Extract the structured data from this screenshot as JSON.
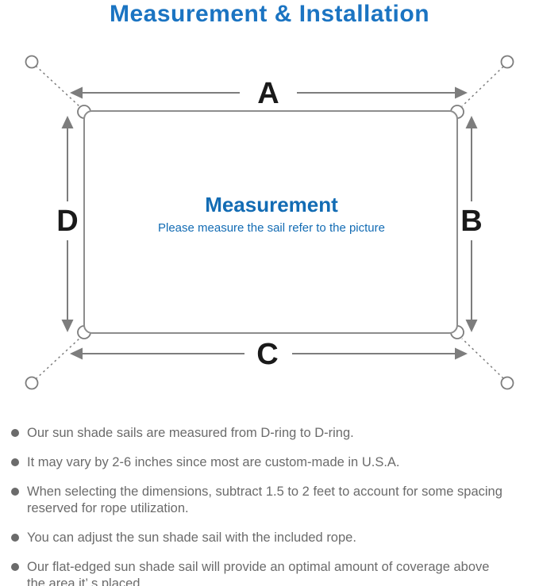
{
  "title": "Measurement & Installation",
  "colors": {
    "title_blue": "#1b74c2",
    "center_blue": "#136cb4",
    "diagram_gray": "#7d7d7d",
    "label_black": "#1a1a1a",
    "body_gray": "#6b6b6b"
  },
  "diagram": {
    "label_top": "A",
    "label_right": "B",
    "label_bottom": "C",
    "label_left": "D",
    "center_title": "Measurement",
    "center_subtitle": "Please measure the sail refer to the picture"
  },
  "notes": [
    {
      "text": "Our sun shade sails are measured from D-ring to D-ring."
    },
    {
      "text": "It may vary by 2-6 inches since most are custom-made in U.S.A."
    },
    {
      "text": "When selecting the dimensions, subtract 1.5 to 2 feet to account for some spacing\nreserved for rope utilization."
    },
    {
      "text": "You can adjust the sun shade sail with the included rope."
    },
    {
      "text": "Our flat-edged sun shade sail will provide an optimal amount of coverage above\nthe area it’ s placed."
    }
  ]
}
